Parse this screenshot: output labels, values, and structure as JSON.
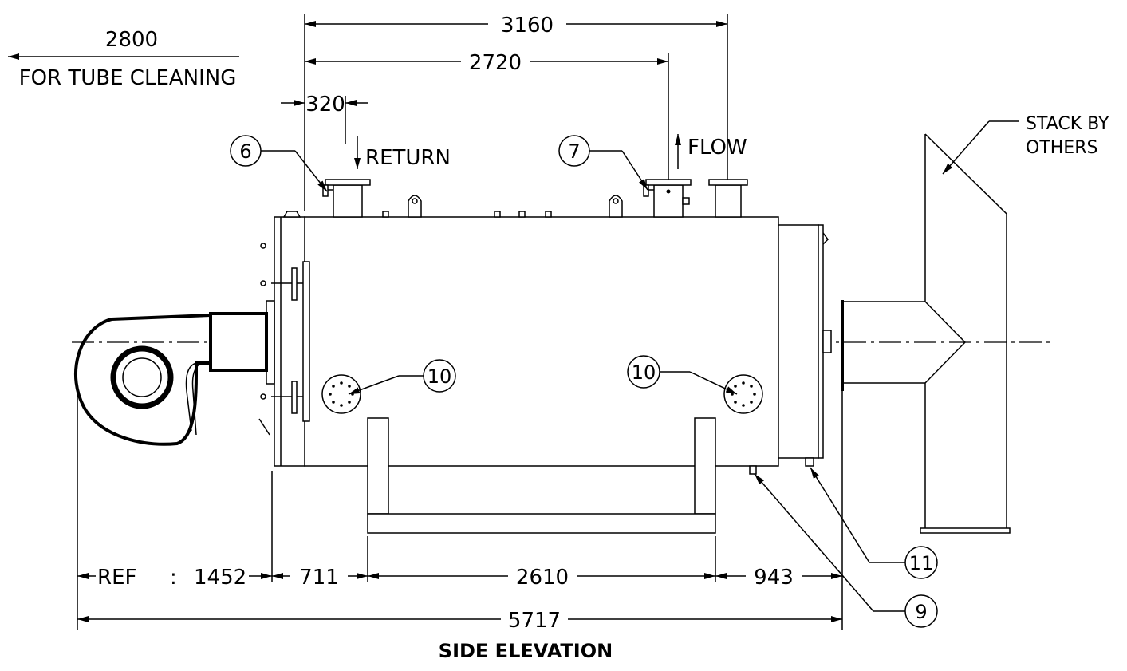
{
  "title": "SIDE ELEVATION",
  "tube_cleaning": {
    "value": "2800",
    "label": "FOR TUBE CLEANING"
  },
  "stack_label_line1": "STACK BY",
  "stack_label_line2": "OTHERS",
  "return_label": "RETURN",
  "flow_label": "FLOW",
  "dimensions": {
    "d3160": "3160",
    "d2720": "2720",
    "d320": "320",
    "ref_label": "REF",
    "ref_colon": ":",
    "d1452": "1452",
    "d711": "711",
    "d2610": "2610",
    "d943": "943",
    "d5717": "5717"
  },
  "callouts": {
    "c6": "6",
    "c7": "7",
    "c10a": "10",
    "c10b": "10",
    "c11": "11",
    "c9": "9"
  }
}
